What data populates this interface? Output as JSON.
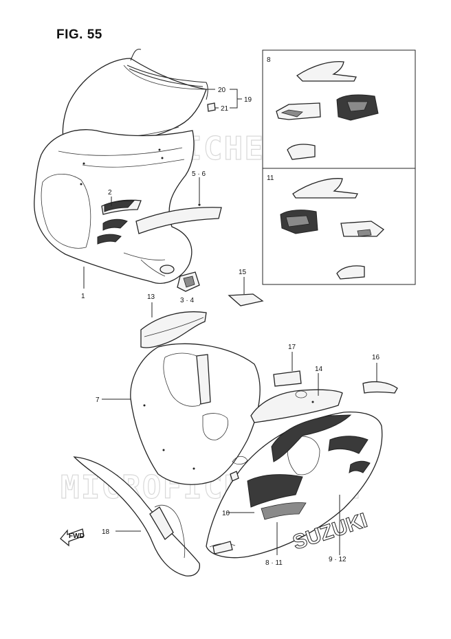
{
  "figure": {
    "title": "FIG. 55",
    "watermark": "MICROFICHES.NET",
    "fwd_label": "FWD",
    "brand_decal_text": "SUZUKI"
  },
  "callouts": {
    "c1": "1",
    "c2": "2",
    "c3_4": "3 · 4",
    "c5_6": "5 · 6",
    "c7": "7",
    "c8_11": "8 · 11",
    "c9_12": "9 · 12",
    "c10": "10",
    "c13": "13",
    "c14": "14",
    "c15": "15",
    "c16": "16",
    "c17": "17",
    "c18": "18",
    "c19": "19",
    "c20": "20",
    "c21": "21"
  },
  "inset_panels": {
    "upper": "8",
    "lower": "11"
  },
  "colors": {
    "ink": "#222222",
    "part_fill": "#f4f4f4",
    "decal_dark": "#3a3a3a",
    "watermark": "#d8d8d8"
  }
}
